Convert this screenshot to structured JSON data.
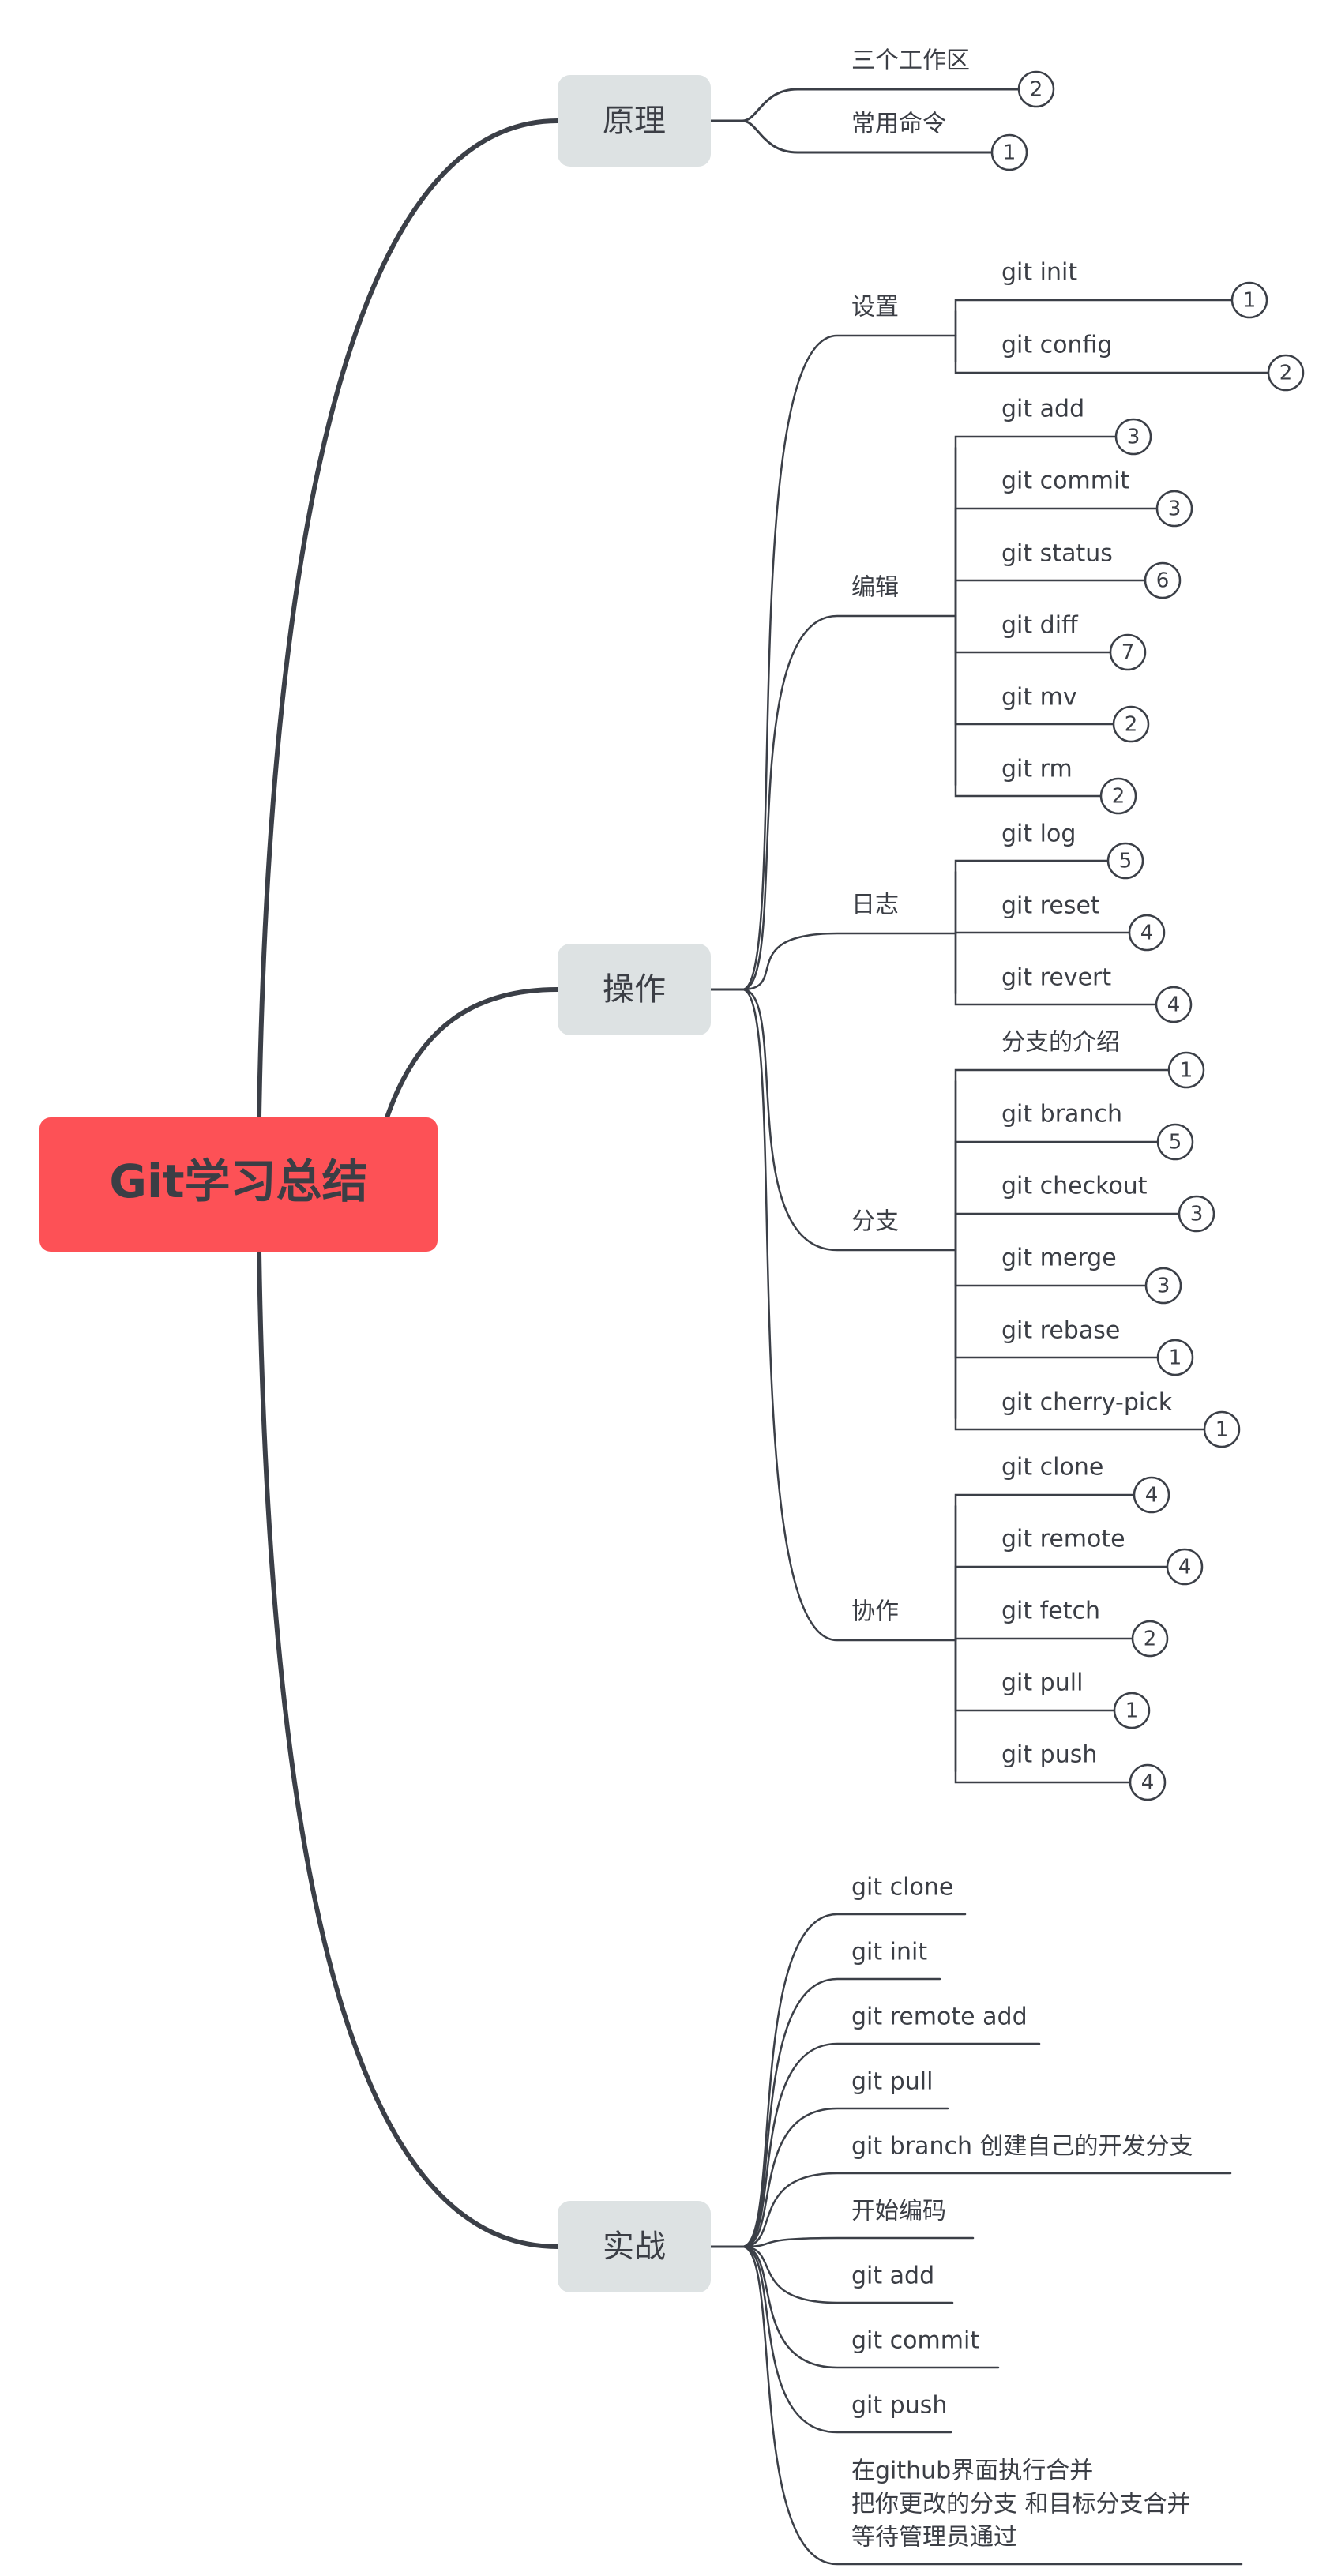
{
  "root": {
    "label": "Git学习总结",
    "color": "#fd5156"
  },
  "colors": {
    "main_line": "#3b3f47",
    "thin_line": "#3b3f47",
    "branch_box": "#dde2e3",
    "text": "#3b3e45"
  },
  "branches": [
    {
      "label": "原理",
      "children": [
        {
          "label": "三个工作区",
          "badge": "2"
        },
        {
          "label": "常用命令",
          "badge": "1"
        }
      ]
    },
    {
      "label": "操作",
      "children": [
        {
          "label": "设置",
          "children": [
            {
              "label": "git init",
              "badge": "1"
            },
            {
              "label": "git config",
              "badge": "2"
            }
          ]
        },
        {
          "label": "编辑",
          "children": [
            {
              "label": "git add",
              "badge": "3"
            },
            {
              "label": "git commit",
              "badge": "3"
            },
            {
              "label": "git status",
              "badge": "6"
            },
            {
              "label": "git diff",
              "badge": "7"
            },
            {
              "label": "git mv",
              "badge": "2"
            },
            {
              "label": "git rm",
              "badge": "2"
            }
          ]
        },
        {
          "label": "日志",
          "children": [
            {
              "label": "git log",
              "badge": "5"
            },
            {
              "label": "git reset",
              "badge": "4"
            },
            {
              "label": "git revert",
              "badge": "4"
            }
          ]
        },
        {
          "label": "分支",
          "children": [
            {
              "label": "分支的介绍",
              "badge": "1"
            },
            {
              "label": "git branch",
              "badge": "5"
            },
            {
              "label": "git checkout",
              "badge": "3"
            },
            {
              "label": "git merge",
              "badge": "3"
            },
            {
              "label": "git rebase",
              "badge": "1"
            },
            {
              "label": "git cherry-pick",
              "badge": "1"
            }
          ]
        },
        {
          "label": "协作",
          "children": [
            {
              "label": "git clone",
              "badge": "4"
            },
            {
              "label": "git remote",
              "badge": "4"
            },
            {
              "label": "git fetch",
              "badge": "2"
            },
            {
              "label": "git pull",
              "badge": "1"
            },
            {
              "label": "git push",
              "badge": "4"
            }
          ]
        }
      ]
    },
    {
      "label": "实战",
      "children": [
        {
          "label": "git clone"
        },
        {
          "label": "git init"
        },
        {
          "label": "git remote add"
        },
        {
          "label": "git pull"
        },
        {
          "label": "git branch 创建自己的开发分支"
        },
        {
          "label": "开始编码"
        },
        {
          "label": "git add"
        },
        {
          "label": "git  commit"
        },
        {
          "label": "git push"
        },
        {
          "label": [
            "在github界面执行合并",
            "把你更改的分支 和目标分支合并",
            " 等待管理员通过"
          ]
        }
      ]
    }
  ]
}
